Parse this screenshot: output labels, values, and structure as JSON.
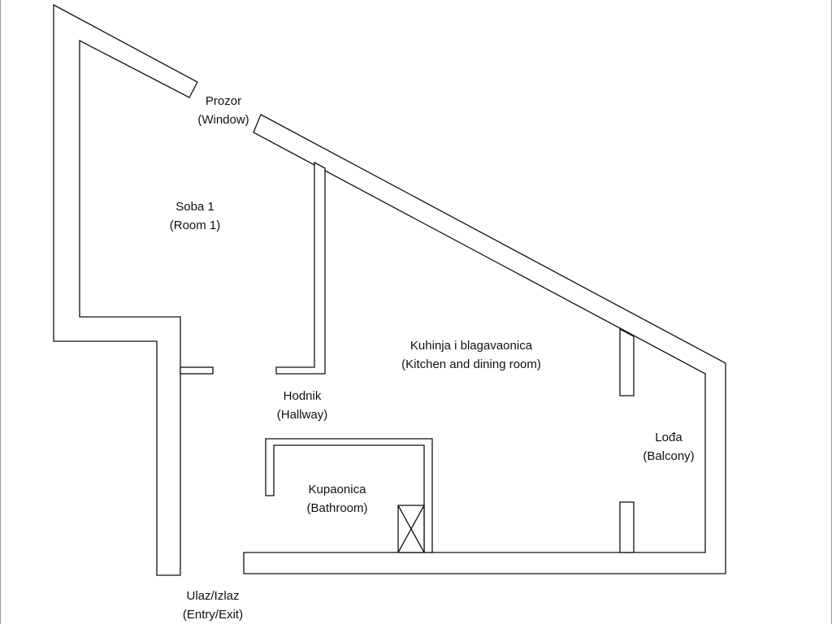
{
  "rooms": {
    "window": {
      "name": "Prozor",
      "english": "(Window)"
    },
    "room1": {
      "name": "Soba 1",
      "english": "(Room 1)"
    },
    "kitchen": {
      "name": "Kuhinja i blagavaonica",
      "english": "(Kitchen and dining room)"
    },
    "hallway": {
      "name": "Hodnik",
      "english": "(Hallway)"
    },
    "balcony": {
      "name": "Lođa",
      "english": "(Balcony)"
    },
    "bathroom": {
      "name": "Kupaonica",
      "english": "(Bathroom)"
    },
    "entry": {
      "name": "Ulaz/Izlaz",
      "english": "(Entry/Exit)"
    }
  }
}
